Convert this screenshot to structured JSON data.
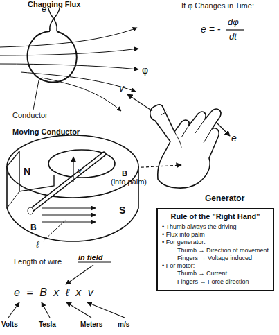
{
  "diagram": {
    "nodes": [
      {
        "text": [
          "Rule of the \"Right Hand\"",
          "• Thumb always the driving",
          "• Flux into palm",
          "• For generator:",
          "Thumb → Direction of movement",
          "Fingers → Voltage induced",
          "• For motor:",
          "Thumb → Current",
          "Fingers → Force direction"
        ]
      }
    ],
    "labels": [
      "Changing Flux",
      "e",
      "φ",
      "Conductor",
      "If φ Changes in Time:",
      "e = -",
      "dφ",
      "dt",
      "v",
      "e",
      "B",
      "(into palm)",
      "Generator",
      "Moving Conductor",
      "N",
      "S",
      "v",
      "B",
      "ℓ",
      "Length of wire",
      "in field",
      "e = B x ℓ x v",
      "Volts",
      "Tesla",
      "Meters",
      "m/s"
    ]
  }
}
